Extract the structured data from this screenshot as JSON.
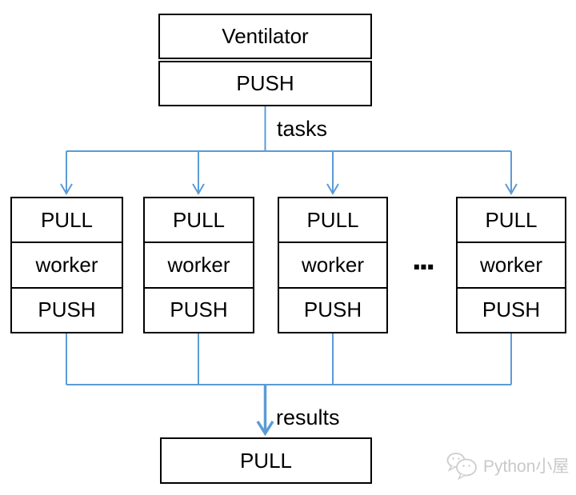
{
  "colors": {
    "connector_blue": "#5b9bd5",
    "box_border": "#000000",
    "box_text": "#000000",
    "watermark_gray": "#c9c9c9"
  },
  "ventilator": {
    "title": "Ventilator",
    "socket": "PUSH"
  },
  "flow": {
    "tasks_label": "tasks",
    "results_label": "results"
  },
  "workers": [
    {
      "top": "PULL",
      "middle": "worker",
      "bottom": "PUSH"
    },
    {
      "top": "PULL",
      "middle": "worker",
      "bottom": "PUSH"
    },
    {
      "top": "PULL",
      "middle": "worker",
      "bottom": "PUSH"
    },
    {
      "top": "PULL",
      "middle": "worker",
      "bottom": "PUSH"
    }
  ],
  "ellipsis": "...",
  "sink": {
    "socket": "PULL"
  },
  "watermark": {
    "label": "Python小屋"
  }
}
